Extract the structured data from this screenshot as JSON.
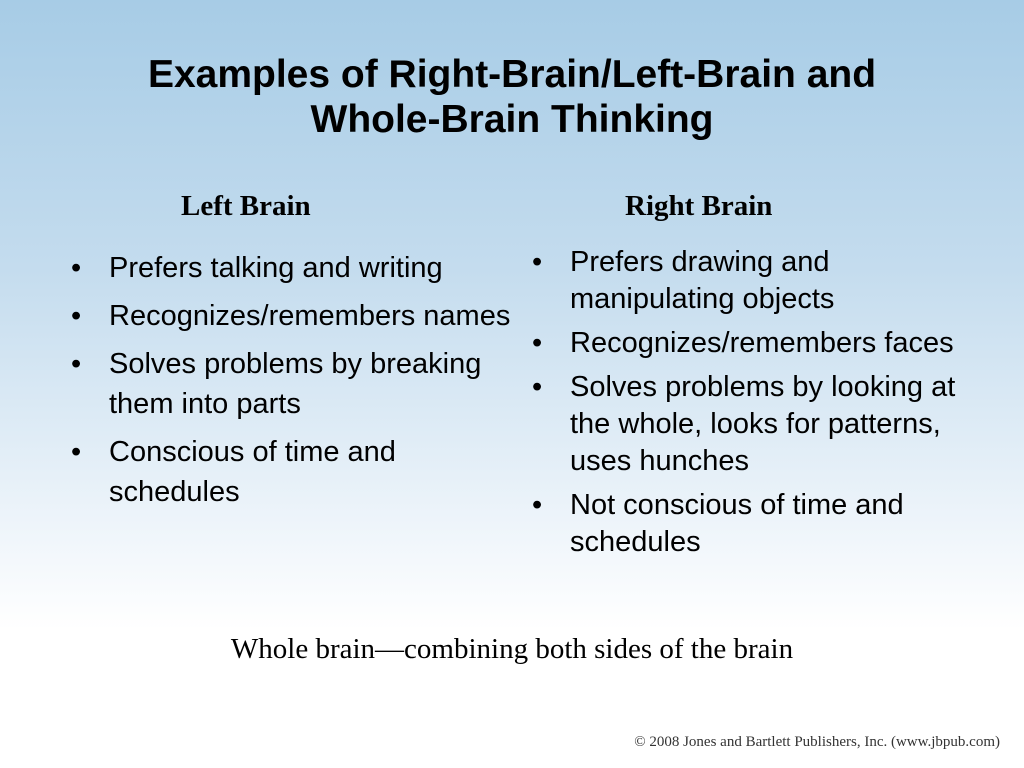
{
  "slide": {
    "title_line1": "Examples of Right-Brain/Left-Brain and",
    "title_line2": "Whole-Brain Thinking",
    "left_heading": "Left Brain",
    "right_heading": "Right Brain",
    "bullet_glyph": "•",
    "left_items": [
      "Prefers talking and writing",
      "Recognizes/remembers names",
      "Solves problems by breaking them into parts",
      "Conscious of time and schedules"
    ],
    "right_items": [
      "Prefers drawing and manipulating objects",
      "Recognizes/remembers faces",
      "Solves problems by looking at the whole, looks for patterns, uses hunches",
      "Not conscious of time and schedules"
    ],
    "footer_note": "Whole brain—combining both sides of the brain",
    "copyright": "© 2008 Jones and Bartlett Publishers, Inc. (www.jbpub.com)"
  }
}
